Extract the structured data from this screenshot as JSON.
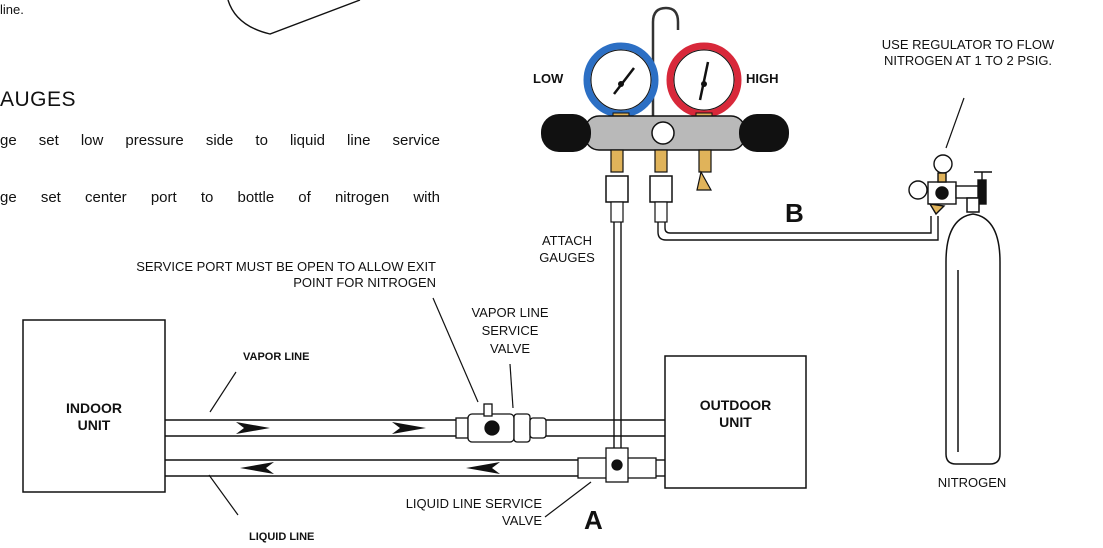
{
  "intro": {
    "fragment_line": "line.",
    "heading": "AUGES",
    "step1": "ge set low pressure side to liquid line service",
    "step2": "ge set center port to bottle of nitrogen with"
  },
  "labels": {
    "low": "LOW",
    "high": "HIGH",
    "regulator_note_line1": "USE REGULATOR TO FLOW",
    "regulator_note_line2": "NITROGEN AT 1 TO 2 PSIG.",
    "point_b": "B",
    "attach_gauges_line1": "ATTACH",
    "attach_gauges_line2": "GAUGES",
    "service_port_line1": "SERVICE PORT MUST BE OPEN TO ALLOW EXIT",
    "service_port_line2": "POINT FOR NITROGEN",
    "vapor_valve_line1": "VAPOR LINE",
    "vapor_valve_line2": "SERVICE",
    "vapor_valve_line3": "VALVE",
    "vapor_line": "VAPOR LINE",
    "indoor_unit_line1": "INDOOR",
    "indoor_unit_line2": "UNIT",
    "outdoor_unit_line1": "OUTDOOR",
    "outdoor_unit_line2": "UNIT",
    "liquid_valve_line1": "LIQUID LINE SERVICE",
    "liquid_valve_line2": "VALVE",
    "point_a": "A",
    "liquid_line": "LIQUID LINE",
    "nitrogen": "NITROGEN"
  },
  "colors": {
    "low_gauge": "#2c6fc4",
    "high_gauge": "#d8283a",
    "manifold_body": "#b9b9b9",
    "brass_fitting": "#e0b35a",
    "knob": "#111111"
  }
}
